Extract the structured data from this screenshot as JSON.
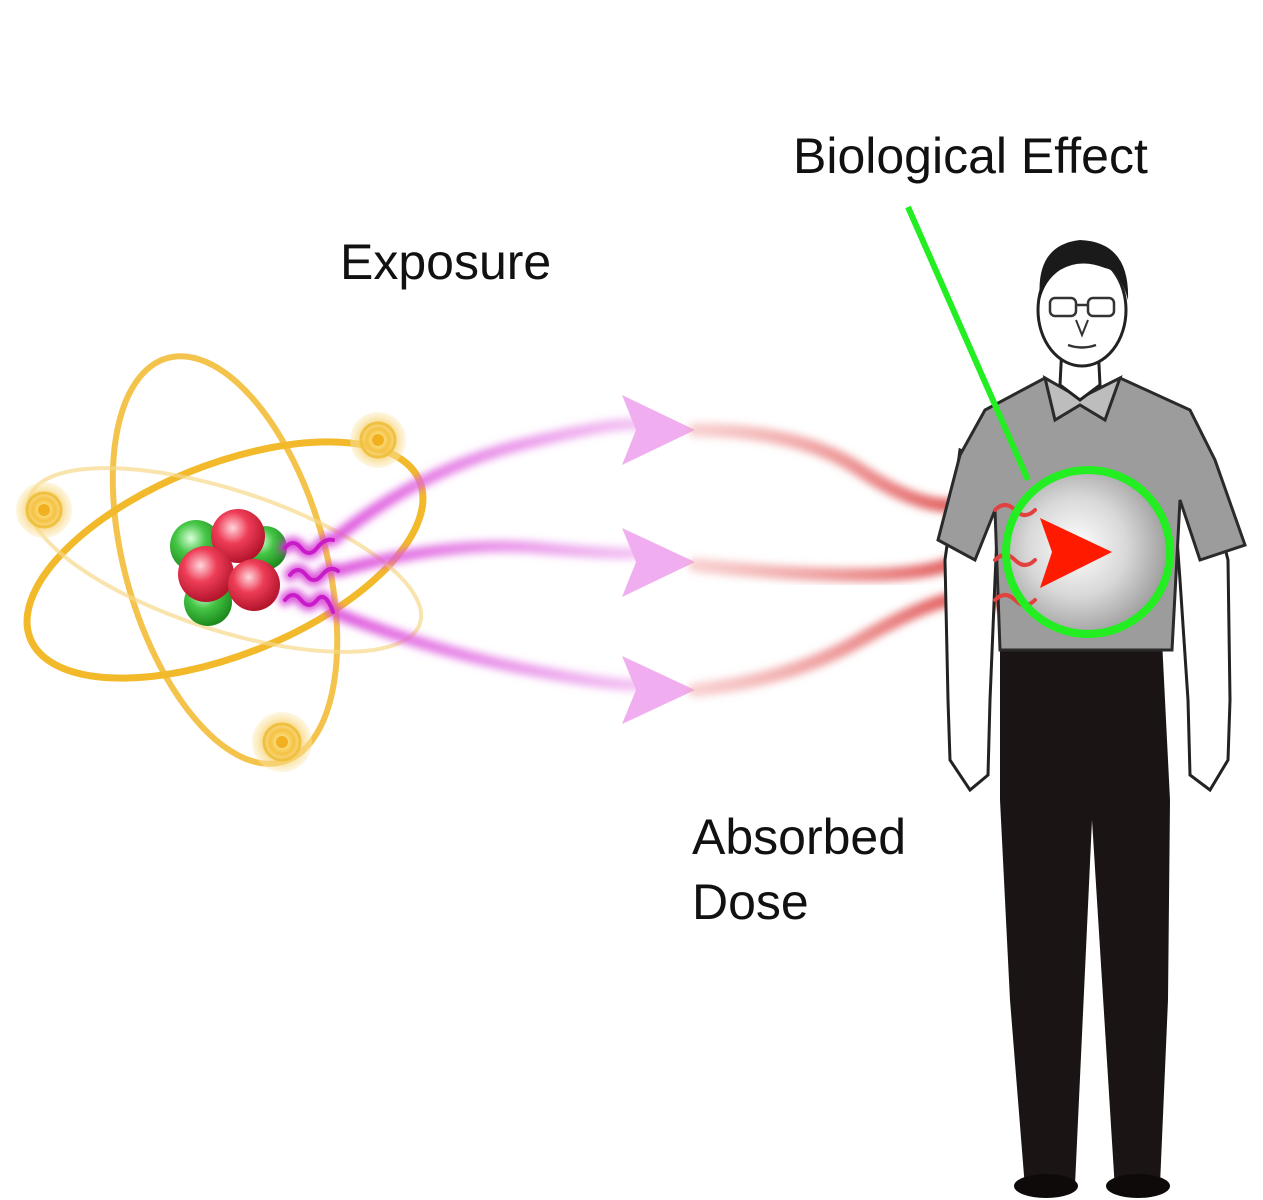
{
  "labels": {
    "biological_effect": "Biological Effect",
    "exposure": "Exposure",
    "absorbed_line1": "Absorbed",
    "absorbed_line2": "Dose"
  },
  "colors": {
    "orbit": "#f2b92b",
    "proton": "#e0304a",
    "neutron": "#3fbf3f",
    "exposure_ray": "#e88be8",
    "dose_ray": "#e35a5a",
    "effect_circle": "#22ee22",
    "effect_arrow": "#ff1a00",
    "shirt": "#9c9c9c",
    "pants": "#1b1414"
  }
}
